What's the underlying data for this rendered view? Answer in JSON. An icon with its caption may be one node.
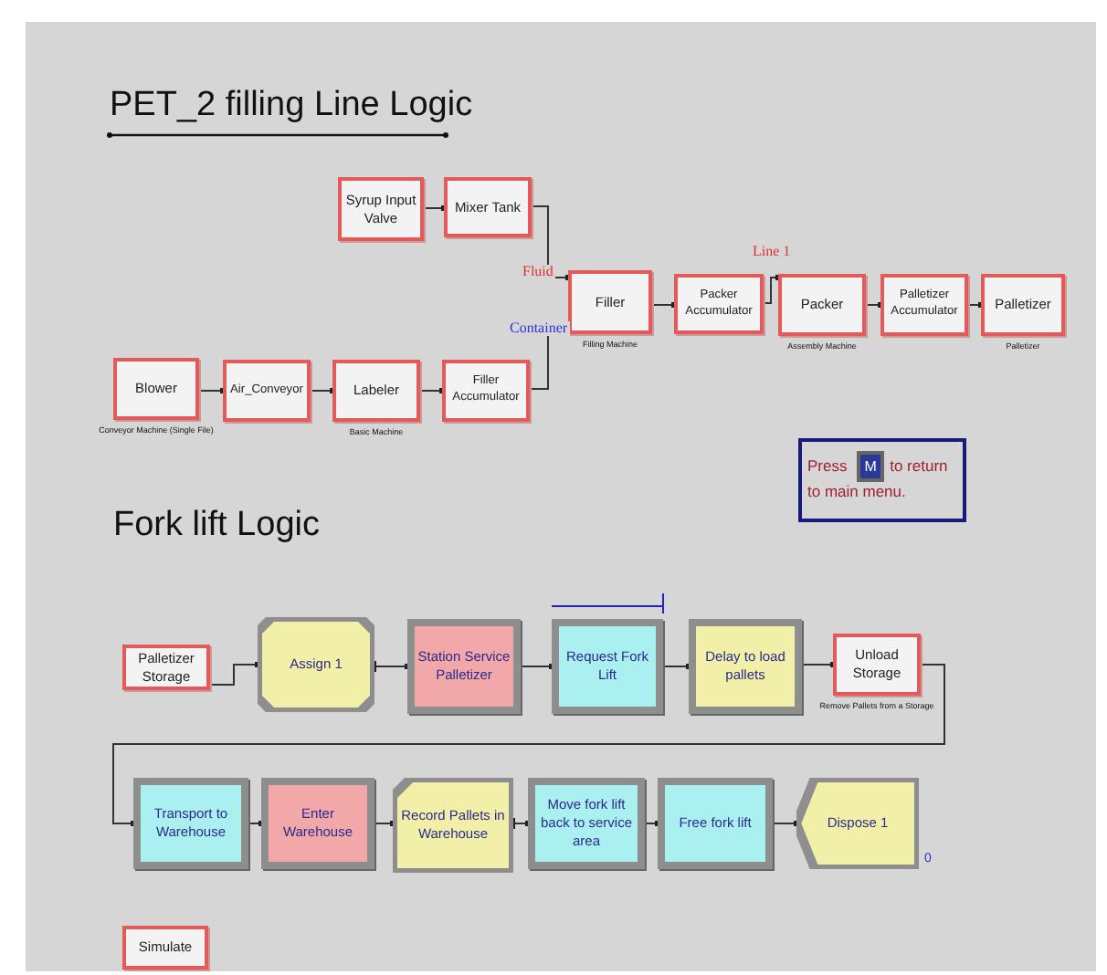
{
  "diagram": {
    "title": "PET_2 filling Line Logic",
    "nodes": [
      {
        "text": [
          "Syrup Input Valve"
        ]
      },
      {
        "text": [
          "Mixer Tank"
        ]
      },
      {
        "text": [
          "Filler"
        ],
        "beside": [
          "Filling Machine"
        ]
      },
      {
        "text": [
          "Packer Accumulator"
        ]
      },
      {
        "text": [
          "Packer"
        ],
        "beside": [
          "Assembly Machine"
        ]
      },
      {
        "text": [
          "Palletizer Accumulator"
        ]
      },
      {
        "text": [
          "Palletizer"
        ],
        "beside": [
          "Palletizer"
        ]
      },
      {
        "text": [
          "Blower"
        ],
        "beside": [
          "Conveyor Machine (Single File)"
        ]
      },
      {
        "text": [
          "Air_Conveyor"
        ]
      },
      {
        "text": [
          "Labeler"
        ],
        "beside": [
          "Basic Machine"
        ]
      },
      {
        "text": [
          "Filler Accumulator"
        ]
      },
      {
        "text": [
          "Press",
          "M",
          "to return to main menu."
        ]
      },
      {
        "text": [
          "Palletizer Storage"
        ]
      },
      {
        "text": [
          "Assign 1"
        ]
      },
      {
        "text": [
          "Station Service Palletizer"
        ]
      },
      {
        "text": [
          "Request Fork Lift"
        ]
      },
      {
        "text": [
          "Delay to load pallets"
        ]
      },
      {
        "text": [
          "Unload Storage"
        ],
        "beside": [
          "Remove Pallets from a Storage"
        ]
      },
      {
        "text": [
          "Transport to Warehouse"
        ]
      },
      {
        "text": [
          "Enter Warehouse"
        ]
      },
      {
        "text": [
          "Record Pallets in Warehouse"
        ]
      },
      {
        "text": [
          "Move fork lift back to service area"
        ]
      },
      {
        "text": [
          "Free fork lift"
        ]
      },
      {
        "text": [
          "Dispose 1"
        ],
        "beside": [
          "0"
        ]
      },
      {
        "text": [
          "Simulate"
        ]
      }
    ],
    "edges": [
      {
        "from": 0,
        "to": 1,
        "arrow": "other"
      },
      {
        "from": 1,
        "to": 2,
        "arrow": "other",
        "label": "Fluid"
      },
      {
        "from": 10,
        "to": 2,
        "arrow": "other",
        "label": "Container"
      },
      {
        "from": 2,
        "to": 3,
        "arrow": "other"
      },
      {
        "from": 3,
        "to": 4,
        "arrow": "other",
        "label": "Line 1"
      },
      {
        "from": 4,
        "to": 5,
        "arrow": "other"
      },
      {
        "from": 5,
        "to": 6,
        "arrow": "other"
      },
      {
        "from": 7,
        "to": 8,
        "arrow": "other"
      },
      {
        "from": 8,
        "to": 9,
        "arrow": "other"
      },
      {
        "from": 9,
        "to": 10,
        "arrow": "other"
      },
      {
        "from": 12,
        "to": 13,
        "arrow": "other"
      },
      {
        "from": 13,
        "to": 14,
        "arrow": "other"
      },
      {
        "from": 14,
        "to": 15,
        "arrow": "other"
      },
      {
        "from": 15,
        "to": 16,
        "arrow": "other"
      },
      {
        "from": 16,
        "to": 17,
        "arrow": "other"
      },
      {
        "from": 17,
        "to": 18,
        "arrow": "other"
      },
      {
        "from": 18,
        "to": 19,
        "arrow": "other"
      },
      {
        "from": 19,
        "to": 20,
        "arrow": "other"
      },
      {
        "from": 20,
        "to": 21,
        "arrow": "other"
      },
      {
        "from": 21,
        "to": 22,
        "arrow": "other"
      },
      {
        "from": 22,
        "to": 23,
        "arrow": "other"
      }
    ],
    "labels": [
      "Fork lift Logic"
    ]
  }
}
